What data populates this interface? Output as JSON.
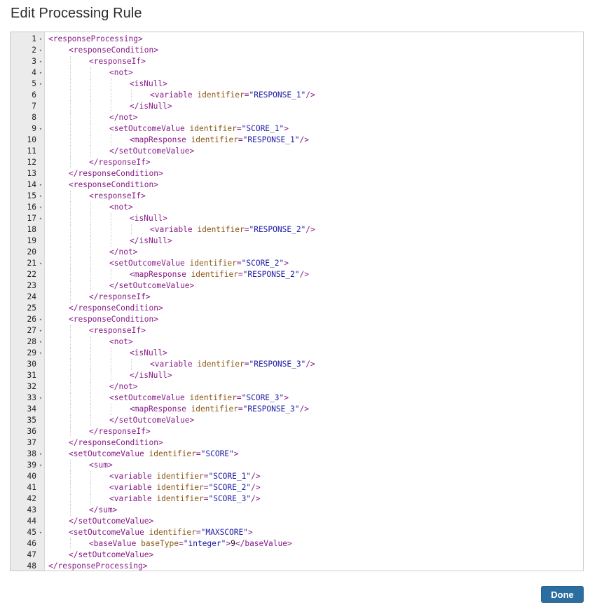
{
  "dialog": {
    "title": "Edit Processing Rule",
    "done_label": "Done"
  },
  "editor": {
    "fold_glyph": "▾",
    "lines": [
      {
        "n": "1",
        "fold": true,
        "indent": 0,
        "tokens": [
          [
            "tag",
            "<responseProcessing>"
          ]
        ]
      },
      {
        "n": "2",
        "fold": true,
        "indent": 1,
        "tokens": [
          [
            "tag",
            "<responseCondition>"
          ]
        ]
      },
      {
        "n": "3",
        "fold": true,
        "indent": 2,
        "tokens": [
          [
            "tag",
            "<responseIf>"
          ]
        ]
      },
      {
        "n": "4",
        "fold": true,
        "indent": 3,
        "tokens": [
          [
            "tag",
            "<not>"
          ]
        ]
      },
      {
        "n": "5",
        "fold": true,
        "indent": 4,
        "tokens": [
          [
            "tag",
            "<isNull>"
          ]
        ]
      },
      {
        "n": "6",
        "fold": false,
        "indent": 5,
        "tokens": [
          [
            "tag",
            "<variable "
          ],
          [
            "attr",
            "identifier"
          ],
          [
            "tag",
            "="
          ],
          [
            "str",
            "\"RESPONSE_1\""
          ],
          [
            "tag",
            "/>"
          ]
        ]
      },
      {
        "n": "7",
        "fold": false,
        "indent": 4,
        "tokens": [
          [
            "tag",
            "</isNull>"
          ]
        ]
      },
      {
        "n": "8",
        "fold": false,
        "indent": 3,
        "tokens": [
          [
            "tag",
            "</not>"
          ]
        ]
      },
      {
        "n": "9",
        "fold": true,
        "indent": 3,
        "tokens": [
          [
            "tag",
            "<setOutcomeValue "
          ],
          [
            "attr",
            "identifier"
          ],
          [
            "tag",
            "="
          ],
          [
            "str",
            "\"SCORE_1\""
          ],
          [
            "tag",
            ">"
          ]
        ]
      },
      {
        "n": "10",
        "fold": false,
        "indent": 4,
        "tokens": [
          [
            "tag",
            "<mapResponse "
          ],
          [
            "attr",
            "identifier"
          ],
          [
            "tag",
            "="
          ],
          [
            "str",
            "\"RESPONSE_1\""
          ],
          [
            "tag",
            "/>"
          ]
        ]
      },
      {
        "n": "11",
        "fold": false,
        "indent": 3,
        "tokens": [
          [
            "tag",
            "</setOutcomeValue>"
          ]
        ]
      },
      {
        "n": "12",
        "fold": false,
        "indent": 2,
        "tokens": [
          [
            "tag",
            "</responseIf>"
          ]
        ]
      },
      {
        "n": "13",
        "fold": false,
        "indent": 1,
        "tokens": [
          [
            "tag",
            "</responseCondition>"
          ]
        ]
      },
      {
        "n": "14",
        "fold": true,
        "indent": 1,
        "tokens": [
          [
            "tag",
            "<responseCondition>"
          ]
        ]
      },
      {
        "n": "15",
        "fold": true,
        "indent": 2,
        "tokens": [
          [
            "tag",
            "<responseIf>"
          ]
        ]
      },
      {
        "n": "16",
        "fold": true,
        "indent": 3,
        "tokens": [
          [
            "tag",
            "<not>"
          ]
        ]
      },
      {
        "n": "17",
        "fold": true,
        "indent": 4,
        "tokens": [
          [
            "tag",
            "<isNull>"
          ]
        ]
      },
      {
        "n": "18",
        "fold": false,
        "indent": 5,
        "tokens": [
          [
            "tag",
            "<variable "
          ],
          [
            "attr",
            "identifier"
          ],
          [
            "tag",
            "="
          ],
          [
            "str",
            "\"RESPONSE_2\""
          ],
          [
            "tag",
            "/>"
          ]
        ]
      },
      {
        "n": "19",
        "fold": false,
        "indent": 4,
        "tokens": [
          [
            "tag",
            "</isNull>"
          ]
        ]
      },
      {
        "n": "20",
        "fold": false,
        "indent": 3,
        "tokens": [
          [
            "tag",
            "</not>"
          ]
        ]
      },
      {
        "n": "21",
        "fold": true,
        "indent": 3,
        "tokens": [
          [
            "tag",
            "<setOutcomeValue "
          ],
          [
            "attr",
            "identifier"
          ],
          [
            "tag",
            "="
          ],
          [
            "str",
            "\"SCORE_2\""
          ],
          [
            "tag",
            ">"
          ]
        ]
      },
      {
        "n": "22",
        "fold": false,
        "indent": 4,
        "tokens": [
          [
            "tag",
            "<mapResponse "
          ],
          [
            "attr",
            "identifier"
          ],
          [
            "tag",
            "="
          ],
          [
            "str",
            "\"RESPONSE_2\""
          ],
          [
            "tag",
            "/>"
          ]
        ]
      },
      {
        "n": "23",
        "fold": false,
        "indent": 3,
        "tokens": [
          [
            "tag",
            "</setOutcomeValue>"
          ]
        ]
      },
      {
        "n": "24",
        "fold": false,
        "indent": 2,
        "tokens": [
          [
            "tag",
            "</responseIf>"
          ]
        ]
      },
      {
        "n": "25",
        "fold": false,
        "indent": 1,
        "tokens": [
          [
            "tag",
            "</responseCondition>"
          ]
        ]
      },
      {
        "n": "26",
        "fold": true,
        "indent": 1,
        "tokens": [
          [
            "tag",
            "<responseCondition>"
          ]
        ]
      },
      {
        "n": "27",
        "fold": true,
        "indent": 2,
        "tokens": [
          [
            "tag",
            "<responseIf>"
          ]
        ]
      },
      {
        "n": "28",
        "fold": true,
        "indent": 3,
        "tokens": [
          [
            "tag",
            "<not>"
          ]
        ]
      },
      {
        "n": "29",
        "fold": true,
        "indent": 4,
        "tokens": [
          [
            "tag",
            "<isNull>"
          ]
        ]
      },
      {
        "n": "30",
        "fold": false,
        "indent": 5,
        "tokens": [
          [
            "tag",
            "<variable "
          ],
          [
            "attr",
            "identifier"
          ],
          [
            "tag",
            "="
          ],
          [
            "str",
            "\"RESPONSE_3\""
          ],
          [
            "tag",
            "/>"
          ]
        ]
      },
      {
        "n": "31",
        "fold": false,
        "indent": 4,
        "tokens": [
          [
            "tag",
            "</isNull>"
          ]
        ]
      },
      {
        "n": "32",
        "fold": false,
        "indent": 3,
        "tokens": [
          [
            "tag",
            "</not>"
          ]
        ]
      },
      {
        "n": "33",
        "fold": true,
        "indent": 3,
        "tokens": [
          [
            "tag",
            "<setOutcomeValue "
          ],
          [
            "attr",
            "identifier"
          ],
          [
            "tag",
            "="
          ],
          [
            "str",
            "\"SCORE_3\""
          ],
          [
            "tag",
            ">"
          ]
        ]
      },
      {
        "n": "34",
        "fold": false,
        "indent": 4,
        "tokens": [
          [
            "tag",
            "<mapResponse "
          ],
          [
            "attr",
            "identifier"
          ],
          [
            "tag",
            "="
          ],
          [
            "str",
            "\"RESPONSE_3\""
          ],
          [
            "tag",
            "/>"
          ]
        ]
      },
      {
        "n": "35",
        "fold": false,
        "indent": 3,
        "tokens": [
          [
            "tag",
            "</setOutcomeValue>"
          ]
        ]
      },
      {
        "n": "36",
        "fold": false,
        "indent": 2,
        "tokens": [
          [
            "tag",
            "</responseIf>"
          ]
        ]
      },
      {
        "n": "37",
        "fold": false,
        "indent": 1,
        "tokens": [
          [
            "tag",
            "</responseCondition>"
          ]
        ]
      },
      {
        "n": "38",
        "fold": true,
        "indent": 1,
        "tokens": [
          [
            "tag",
            "<setOutcomeValue "
          ],
          [
            "attr",
            "identifier"
          ],
          [
            "tag",
            "="
          ],
          [
            "str",
            "\"SCORE\""
          ],
          [
            "tag",
            ">"
          ]
        ]
      },
      {
        "n": "39",
        "fold": true,
        "indent": 2,
        "tokens": [
          [
            "tag",
            "<sum>"
          ]
        ]
      },
      {
        "n": "40",
        "fold": false,
        "indent": 3,
        "tokens": [
          [
            "tag",
            "<variable "
          ],
          [
            "attr",
            "identifier"
          ],
          [
            "tag",
            "="
          ],
          [
            "str",
            "\"SCORE_1\""
          ],
          [
            "tag",
            "/>"
          ]
        ]
      },
      {
        "n": "41",
        "fold": false,
        "indent": 3,
        "tokens": [
          [
            "tag",
            "<variable "
          ],
          [
            "attr",
            "identifier"
          ],
          [
            "tag",
            "="
          ],
          [
            "str",
            "\"SCORE_2\""
          ],
          [
            "tag",
            "/>"
          ]
        ]
      },
      {
        "n": "42",
        "fold": false,
        "indent": 3,
        "tokens": [
          [
            "tag",
            "<variable "
          ],
          [
            "attr",
            "identifier"
          ],
          [
            "tag",
            "="
          ],
          [
            "str",
            "\"SCORE_3\""
          ],
          [
            "tag",
            "/>"
          ]
        ]
      },
      {
        "n": "43",
        "fold": false,
        "indent": 2,
        "tokens": [
          [
            "tag",
            "</sum>"
          ]
        ]
      },
      {
        "n": "44",
        "fold": false,
        "indent": 1,
        "tokens": [
          [
            "tag",
            "</setOutcomeValue>"
          ]
        ]
      },
      {
        "n": "45",
        "fold": true,
        "indent": 1,
        "tokens": [
          [
            "tag",
            "<setOutcomeValue "
          ],
          [
            "attr",
            "identifier"
          ],
          [
            "tag",
            "="
          ],
          [
            "str",
            "\"MAXSCORE\""
          ],
          [
            "tag",
            ">"
          ]
        ]
      },
      {
        "n": "46",
        "fold": false,
        "indent": 2,
        "tokens": [
          [
            "tag",
            "<baseValue "
          ],
          [
            "attr",
            "baseType"
          ],
          [
            "tag",
            "="
          ],
          [
            "str",
            "\"integer\""
          ],
          [
            "tag",
            ">"
          ],
          [
            "txt",
            "9"
          ],
          [
            "tag",
            "</baseValue>"
          ]
        ]
      },
      {
        "n": "47",
        "fold": false,
        "indent": 1,
        "tokens": [
          [
            "tag",
            "</setOutcomeValue>"
          ]
        ]
      },
      {
        "n": "48",
        "fold": false,
        "indent": 0,
        "tokens": [
          [
            "tag",
            "</responseProcessing>"
          ]
        ]
      }
    ]
  }
}
